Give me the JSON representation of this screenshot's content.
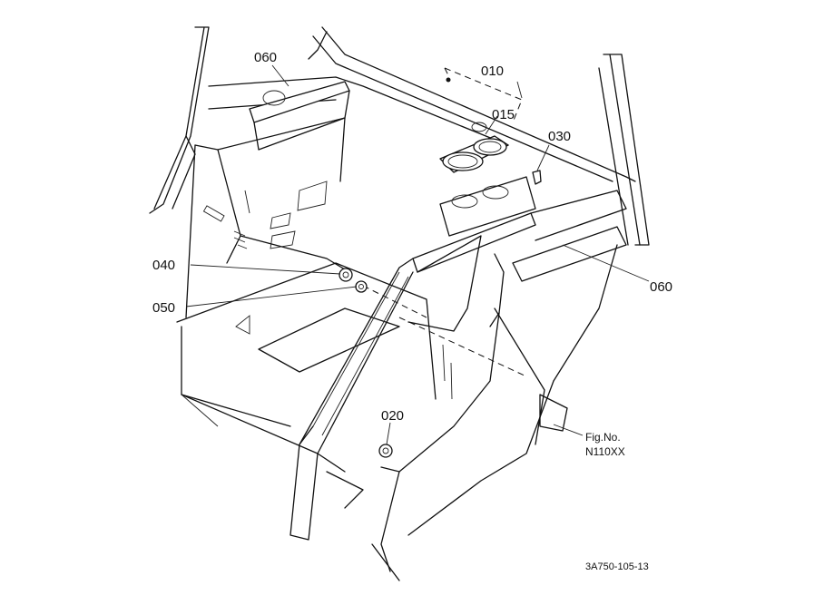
{
  "callouts": {
    "c010": "010",
    "c015": "015",
    "c030": "030",
    "c060_top": "060",
    "c060_right": "060",
    "c040": "040",
    "c050": "050",
    "c020": "020"
  },
  "figure": {
    "fig_label": "Fig.No.",
    "fig_number": "N110XX",
    "drawing_code": "3A750-105-13"
  }
}
